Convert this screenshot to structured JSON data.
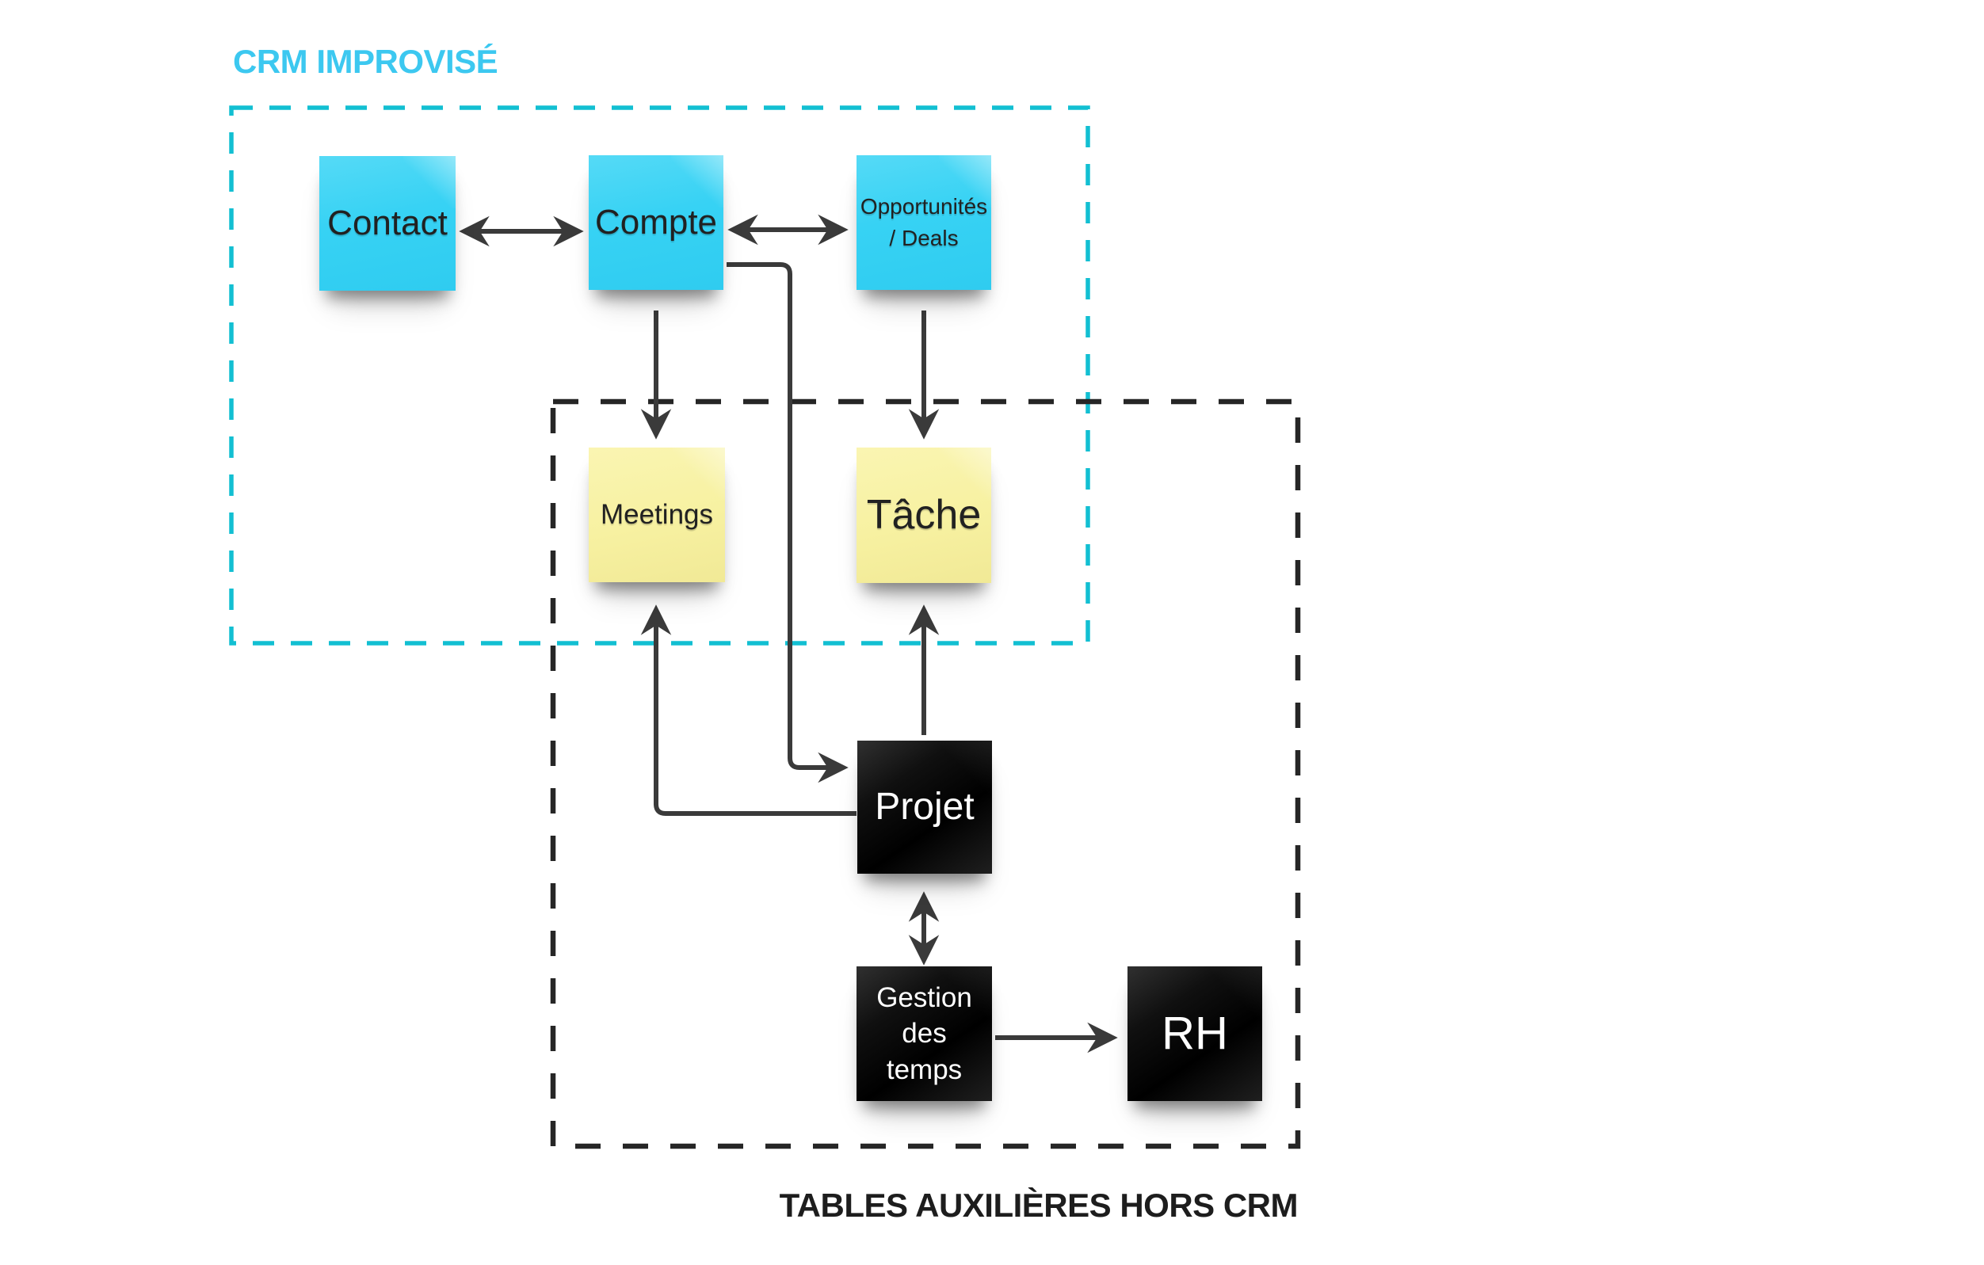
{
  "zones": {
    "crm": {
      "label": "CRM IMPROVISÉ"
    },
    "aux": {
      "label": "TABLES AUXILIÈRES HORS CRM"
    }
  },
  "notes": {
    "contact": {
      "label": "Contact",
      "color": "cyan"
    },
    "compte": {
      "label": "Compte",
      "color": "cyan"
    },
    "opportunites": {
      "lines": [
        "Opportunités",
        "/ Deals"
      ],
      "color": "cyan"
    },
    "meetings": {
      "label": "Meetings",
      "color": "yellow"
    },
    "tache": {
      "label": "Tâche",
      "color": "yellow"
    },
    "projet": {
      "label": "Projet",
      "color": "black"
    },
    "gestion": {
      "lines": [
        "Gestion",
        "des",
        "temps"
      ],
      "color": "black"
    },
    "rh": {
      "label": "RH",
      "color": "black"
    }
  },
  "connections": [
    {
      "from": "contact",
      "to": "compte",
      "bidirectional": true
    },
    {
      "from": "compte",
      "to": "opportunites",
      "bidirectional": true
    },
    {
      "from": "compte",
      "to": "meetings",
      "bidirectional": false
    },
    {
      "from": "opportunites",
      "to": "tache",
      "bidirectional": false
    },
    {
      "from": "compte",
      "to": "projet",
      "bidirectional": false
    },
    {
      "from": "projet",
      "to": "meetings",
      "bidirectional": false
    },
    {
      "from": "projet",
      "to": "tache",
      "bidirectional": false
    },
    {
      "from": "projet",
      "to": "gestion",
      "bidirectional": true
    },
    {
      "from": "gestion",
      "to": "rh",
      "bidirectional": false
    }
  ],
  "colors": {
    "crm_border": "#12bfd2",
    "crm_title": "#3cc8f0",
    "aux_border": "#262626",
    "aux_title": "#1d1d1d",
    "arrow": "#3a3a3a",
    "cyan_note": "#38d2f4",
    "yellow_note": "#f7f1a1",
    "black_note": "#0d0d0d",
    "note_text_dark": "#212121",
    "note_text_light": "#ffffff",
    "background": "#ffffff"
  }
}
